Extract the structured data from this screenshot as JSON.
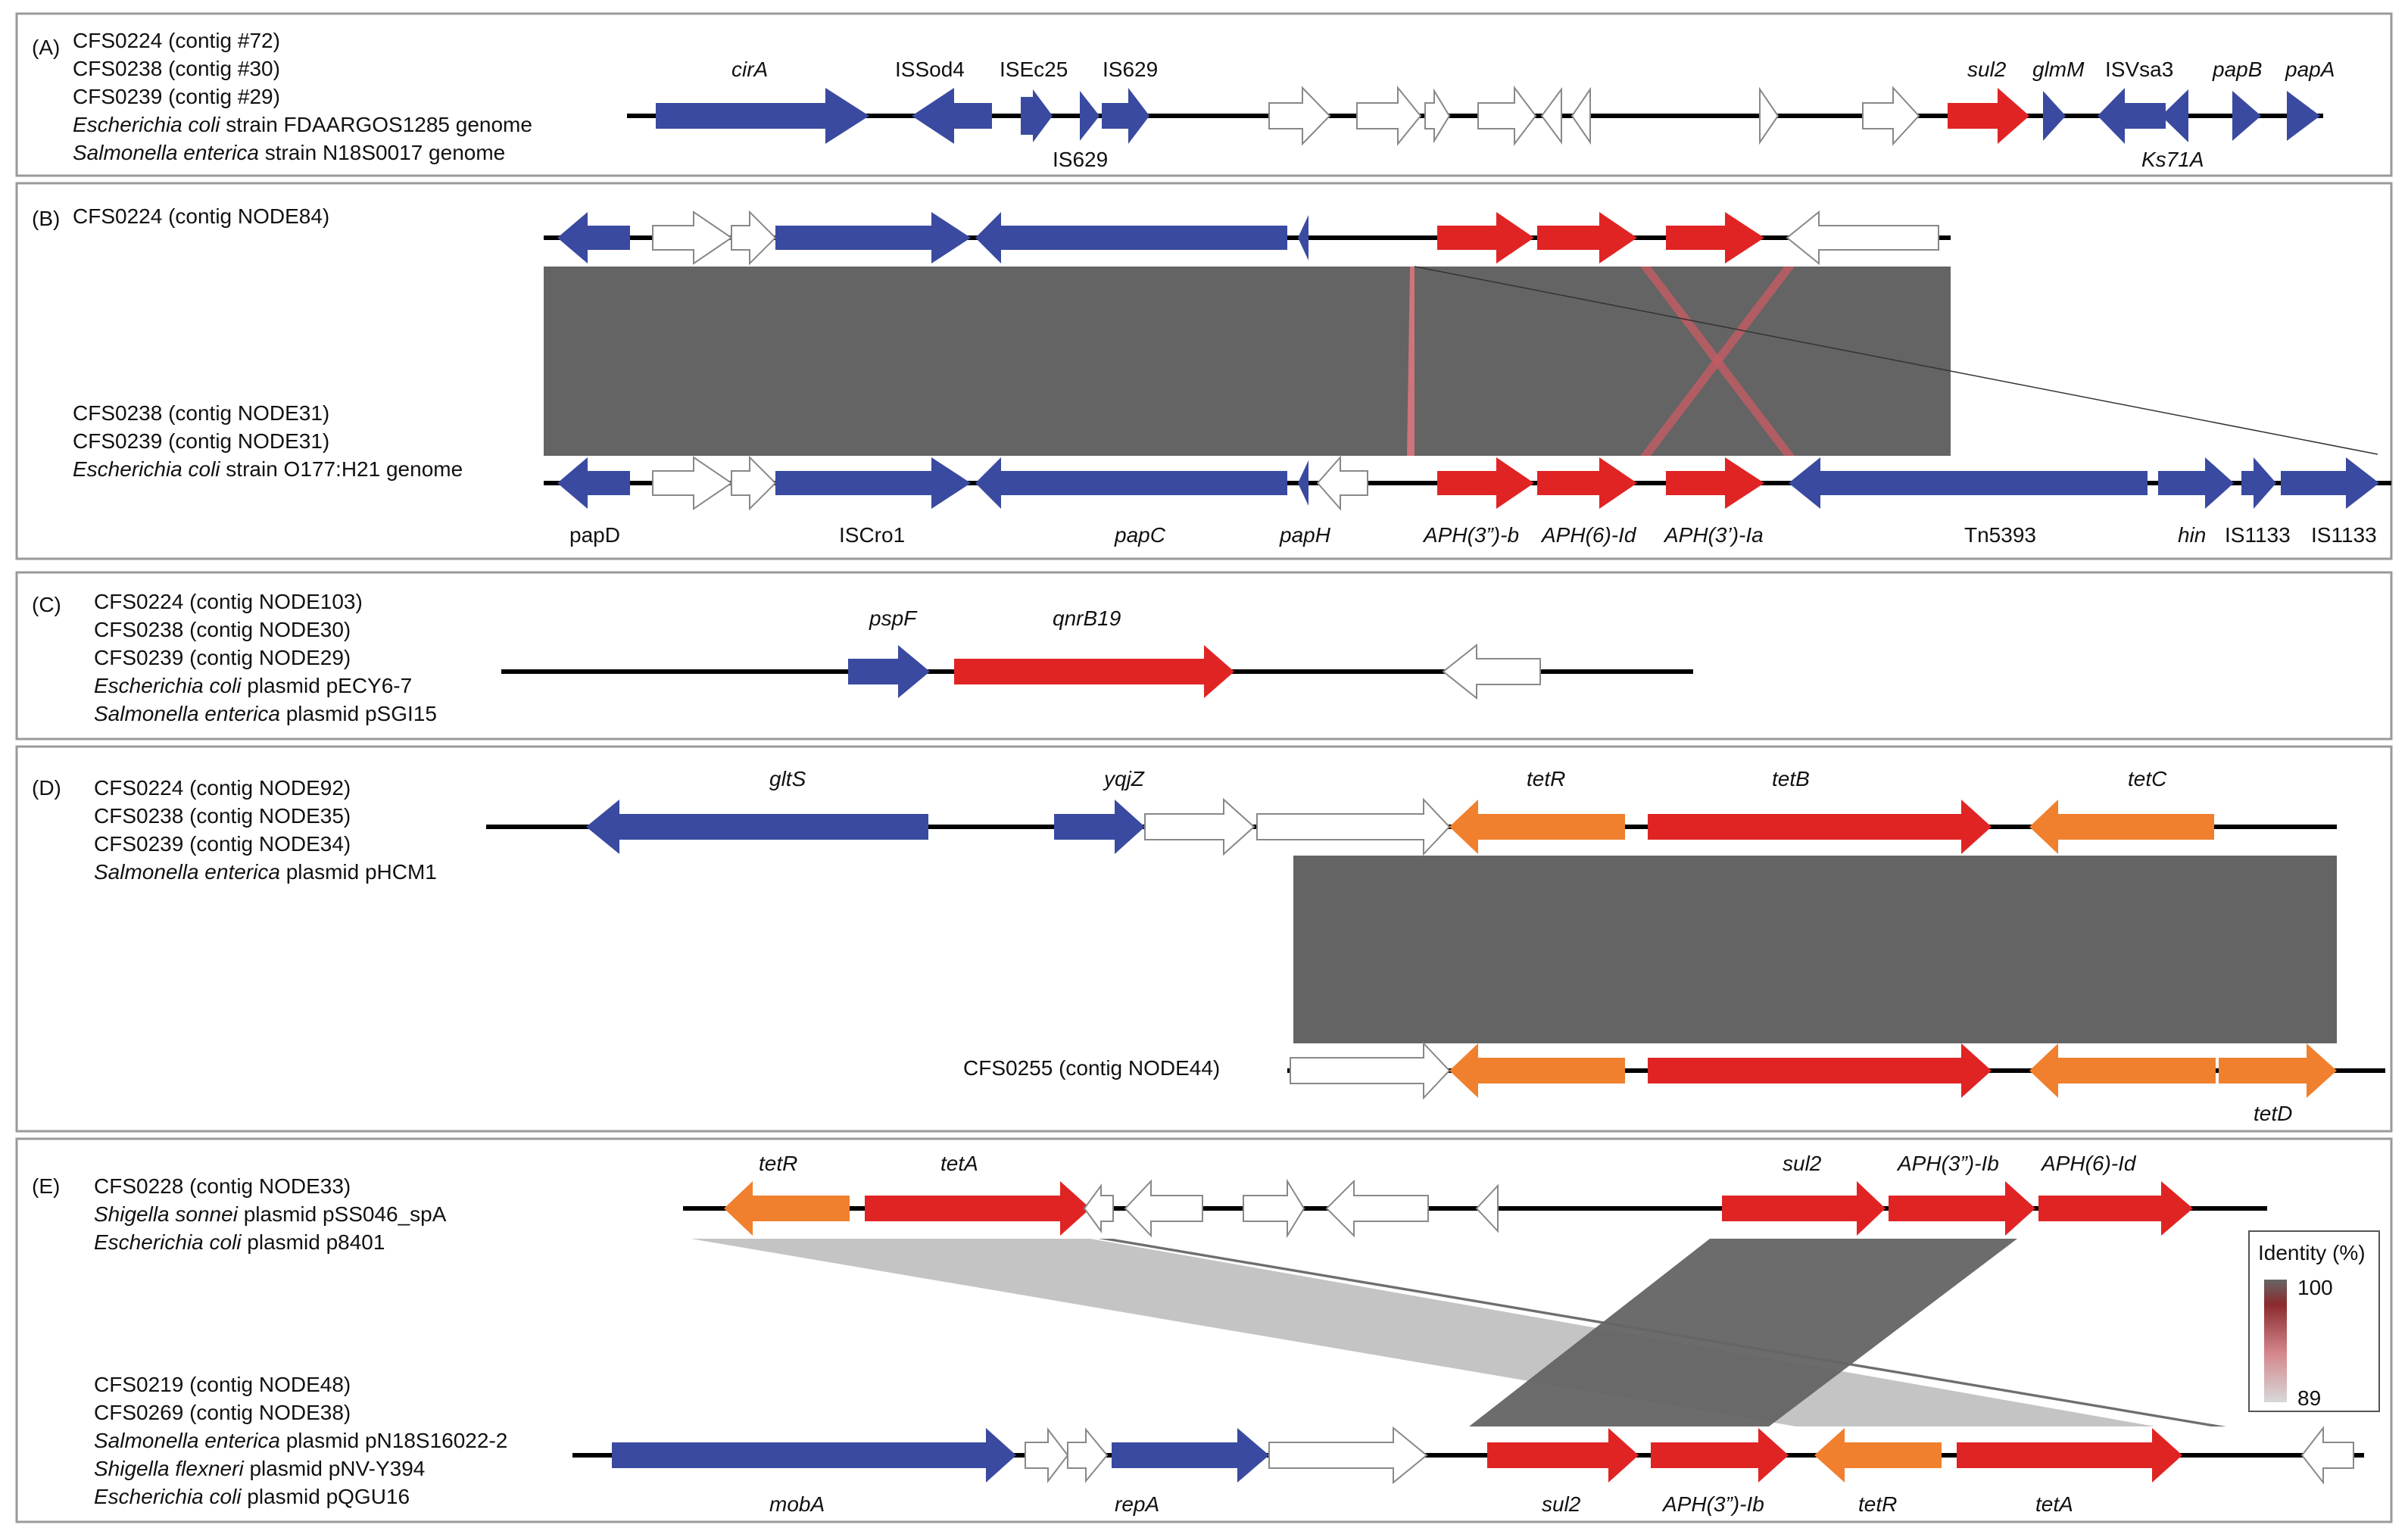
{
  "colors": {
    "blue": "#3a4aa0",
    "red": "#e02424",
    "orange": "#f0802e",
    "white": "#ffffff",
    "outline": "#888888",
    "backbone": "#000000",
    "band": "#636463",
    "bandLight": "#c4c4c4",
    "pink": "#d9757d"
  },
  "panelA": {
    "letter": "(A)",
    "labels": [
      "CFS0224 (contig #72)",
      "CFS0238 (contig #30)",
      "CFS0239 (contig #29)"
    ],
    "species": [
      {
        "sp": "Escherichia coli",
        "rest": " strain FDAARGOS1285 genome"
      },
      {
        "sp": "Salmonella enterica",
        "rest": " strain N18S0017 genome"
      }
    ],
    "genes": {
      "cirA": "cirA",
      "issod4": "ISSod4",
      "isec25": "ISEc25",
      "is629a": "IS629",
      "is629b": "IS629",
      "sul2": "sul2",
      "glmM": "glmM",
      "isvsa3": "ISVsa3",
      "papB": "papB",
      "papA": "papA",
      "ks71a": "Ks71A"
    }
  },
  "panelB": {
    "letter": "(B)",
    "top": "CFS0224 (contig NODE84)",
    "bottom": [
      "CFS0238 (contig NODE31)",
      "CFS0239 (contig NODE31)"
    ],
    "bottomSpecies": {
      "sp": "Escherichia coli",
      "rest": " strain O177:H21 genome"
    },
    "genes": {
      "papD": "papD",
      "iscro1": "ISCro1",
      "papC": "papC",
      "papH": "papH",
      "aph3b": "APH(3”)-b",
      "aph6id": "APH(6)-Id",
      "aph3ia": "APH(3’)-Ia",
      "tn5393": "Tn5393",
      "hin": "hin",
      "is1133a": "IS1133",
      "is1133b": "IS1133"
    }
  },
  "panelC": {
    "letter": "(C)",
    "labels": [
      "CFS0224 (contig NODE103)",
      "CFS0238 (contig NODE30)",
      "CFS0239 (contig NODE29)"
    ],
    "species": [
      {
        "sp": "Escherichia coli",
        "rest": " plasmid pECY6-7"
      },
      {
        "sp": "Salmonella enterica",
        "rest": " plasmid pSGI15"
      }
    ],
    "genes": {
      "pspF": "pspF",
      "qnrB19": "qnrB19"
    }
  },
  "panelD": {
    "letter": "(D)",
    "labels": [
      "CFS0224 (contig NODE92)",
      "CFS0238 (contig NODE35)",
      "CFS0239 (contig NODE34)"
    ],
    "species": [
      {
        "sp": "Salmonella enterica",
        "rest": " plasmid pHCM1"
      }
    ],
    "bottom": "CFS0255 (contig NODE44)",
    "genes": {
      "gltS": "gltS",
      "yqjZ": "yqjZ",
      "tetR": "tetR",
      "tetB": "tetB",
      "tetC": "tetC",
      "tetD": "tetD"
    }
  },
  "panelE": {
    "letter": "(E)",
    "top": "CFS0228 (contig NODE33)",
    "topSpecies": [
      {
        "sp": "Shigella sonnei",
        "rest": " plasmid pSS046_spA"
      },
      {
        "sp": "Escherichia coli",
        "rest": " plasmid p8401"
      }
    ],
    "bottom": [
      "CFS0219 (contig NODE48)",
      "CFS0269 (contig NODE38)"
    ],
    "bottomSpecies": [
      {
        "sp": "Salmonella enterica",
        "rest": " plasmid pN18S16022-2"
      },
      {
        "sp": "Shigella flexneri",
        "rest": " plasmid pNV-Y394"
      },
      {
        "sp": "Escherichia coli",
        "rest": " plasmid pQGU16"
      }
    ],
    "genes": {
      "tetR1": "tetR",
      "tetA1": "tetA",
      "sul2a": "sul2",
      "aph3ib1": "APH(3”)-Ib",
      "aph6id": "APH(6)-Id",
      "mobA": "mobA",
      "repA": "repA",
      "sul2b": "sul2",
      "aph3ib2": "APH(3”)-Ib",
      "tetR2": "tetR",
      "tetA2": "tetA"
    }
  },
  "legend": {
    "title": "Identity (%)",
    "max": "100",
    "min": "89"
  }
}
